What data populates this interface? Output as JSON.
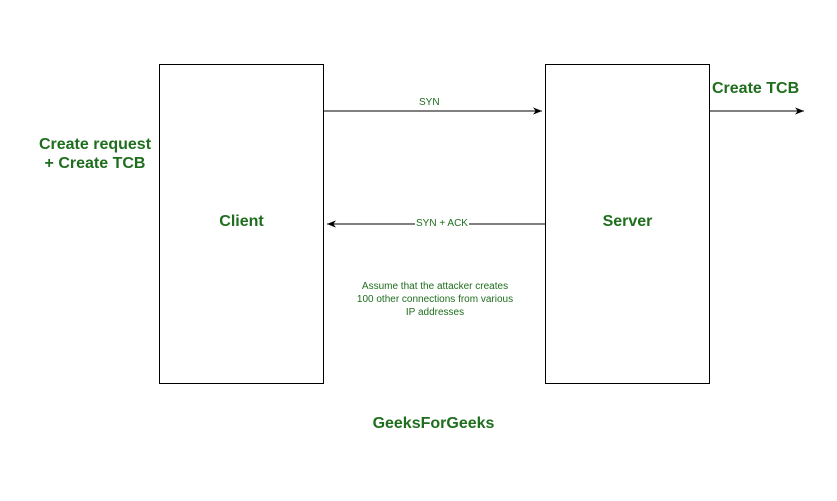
{
  "diagram": {
    "nodes": {
      "client": "Client",
      "server": "Server"
    },
    "edges": {
      "syn": "SYN",
      "syn_ack": "SYN + ACK"
    },
    "annotations": {
      "client_side_line1": "Create request",
      "client_side_line2": "+ Create TCB",
      "server_side": "Create TCB",
      "note_line1": "Assume that the attacker creates",
      "note_line2": "100 other connections from various",
      "note_line3": "IP addresses"
    },
    "watermark": "GeeksForGeeks",
    "colors": {
      "text_green": "#1e6e1e",
      "line": "#000000",
      "background": "#ffffff"
    }
  }
}
